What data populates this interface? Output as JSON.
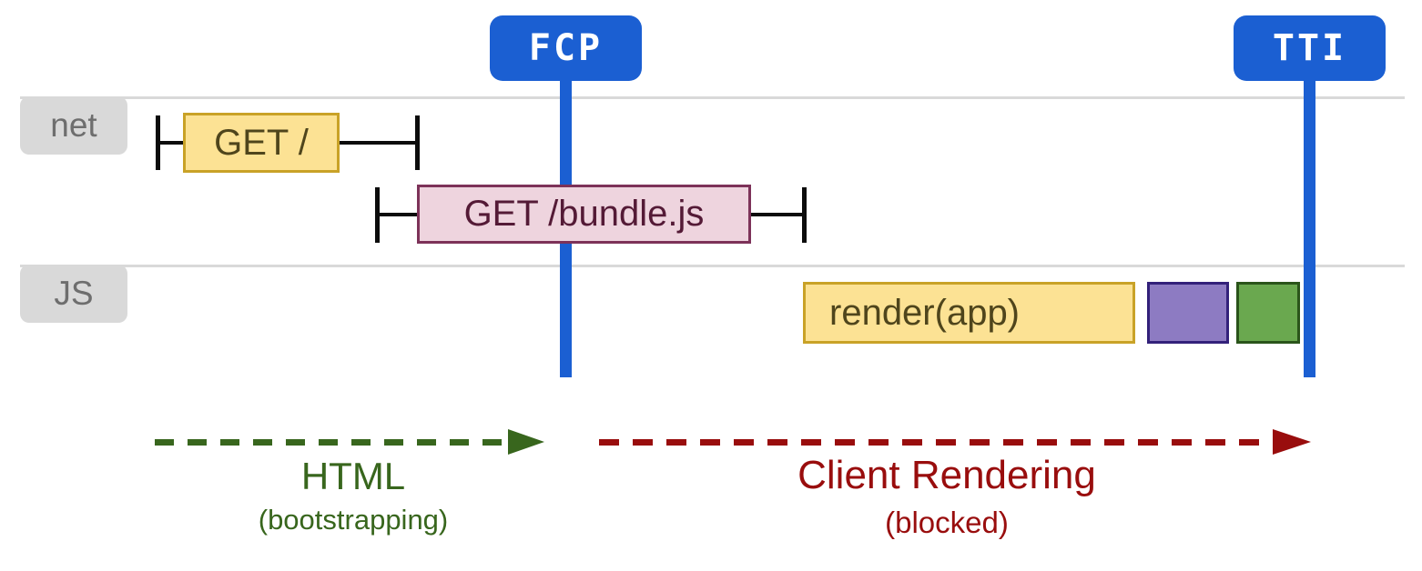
{
  "badges": {
    "fcp": "FCP",
    "tti": "TTI"
  },
  "lanes": {
    "net": "net",
    "js": "JS"
  },
  "tasks": {
    "get_root": "GET /",
    "get_bundle": "GET /bundle.js",
    "render_app": "render(app)"
  },
  "phases": {
    "html": {
      "title": "HTML",
      "subtitle": "(bootstrapping)"
    },
    "client": {
      "title": "Client Rendering",
      "subtitle": "(blocked)"
    }
  },
  "colors": {
    "metric_blue": "#1b5fd2",
    "lane_gray": "#d9d9d9",
    "whisker_black": "#0c0c0c",
    "task_yellow_fill": "#fce294",
    "task_yellow_border": "#c9a227",
    "task_pink_fill": "#eed4de",
    "task_pink_border": "#7d3259",
    "task_purple_fill": "#8d7bc2",
    "task_purple_border": "#33217a",
    "task_green_fill": "#6aa84f",
    "task_green_border": "#2a541a",
    "phase_green": "#38661d",
    "phase_red": "#990d0d"
  }
}
